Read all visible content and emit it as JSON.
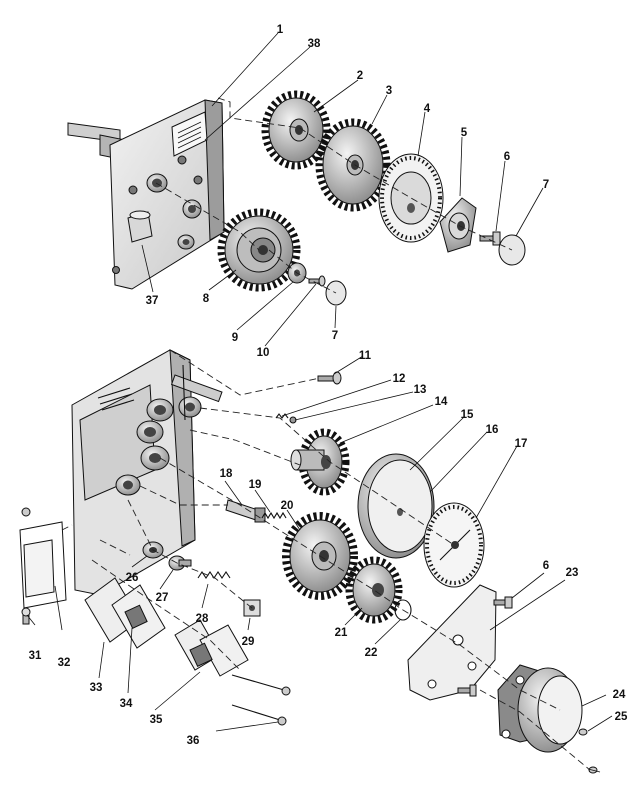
{
  "callouts": {
    "c1": "1",
    "c2": "2",
    "c3": "3",
    "c4": "4",
    "c5": "5",
    "c6a": "6",
    "c6b": "6",
    "c7a": "7",
    "c7b": "7",
    "c8": "8",
    "c9": "9",
    "c10": "10",
    "c11": "11",
    "c12": "12",
    "c13": "13",
    "c14": "14",
    "c15": "15",
    "c16": "16",
    "c17": "17",
    "c18": "18",
    "c19": "19",
    "c20": "20",
    "c21": "21",
    "c22": "22",
    "c23": "23",
    "c24": "24",
    "c25": "25",
    "c26": "26",
    "c27": "27",
    "c28": "28",
    "c29": "29",
    "c31": "31",
    "c32": "32",
    "c33": "33",
    "c34": "34",
    "c35": "35",
    "c36": "36",
    "c37": "37",
    "c38": "38"
  },
  "colors": {
    "ink": "#111111",
    "metal_light": "#e6e6e6",
    "metal_mid": "#bdbdbd",
    "metal_dark": "#6e6e6e",
    "paper": "#ffffff"
  }
}
